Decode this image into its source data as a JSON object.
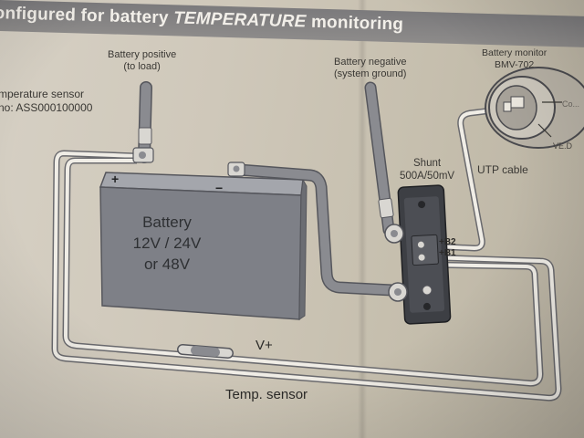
{
  "header": {
    "title_part1": "onfigured for battery ",
    "title_em": "TEMPERATURE",
    "title_part2": " monitoring"
  },
  "labels": {
    "battery_positive_line1": "Battery positive",
    "battery_positive_line2": "(to load)",
    "temp_sensor_line1": "mperature sensor",
    "temp_sensor_line2": "no: ASS000100000",
    "battery_negative_line1": "Battery negative",
    "battery_negative_line2": "(system ground)",
    "monitor_line1": "Battery monitor",
    "monitor_line2": "BMV-702",
    "shunt_line1": "Shunt",
    "shunt_line2": "500A/50mV",
    "utp_cable": "UTP cable",
    "b2": "+B2",
    "b1": "+B1",
    "monitor_side_1": "Co...",
    "monitor_side_2": "VE.D",
    "vplus": "V+",
    "temp_sensor_bottom": "Temp. sensor"
  },
  "battery": {
    "line1": "Battery",
    "line2": "12V  / 24V",
    "line3": "or 48V",
    "plus_sign": "+",
    "minus_sign": "−"
  },
  "colors": {
    "battery_front": "#7e8087",
    "battery_top": "#a4a6ac",
    "cable": "#8a8b90",
    "thin_wire": "#f0ede6",
    "terminal": "#d9d7d2"
  }
}
